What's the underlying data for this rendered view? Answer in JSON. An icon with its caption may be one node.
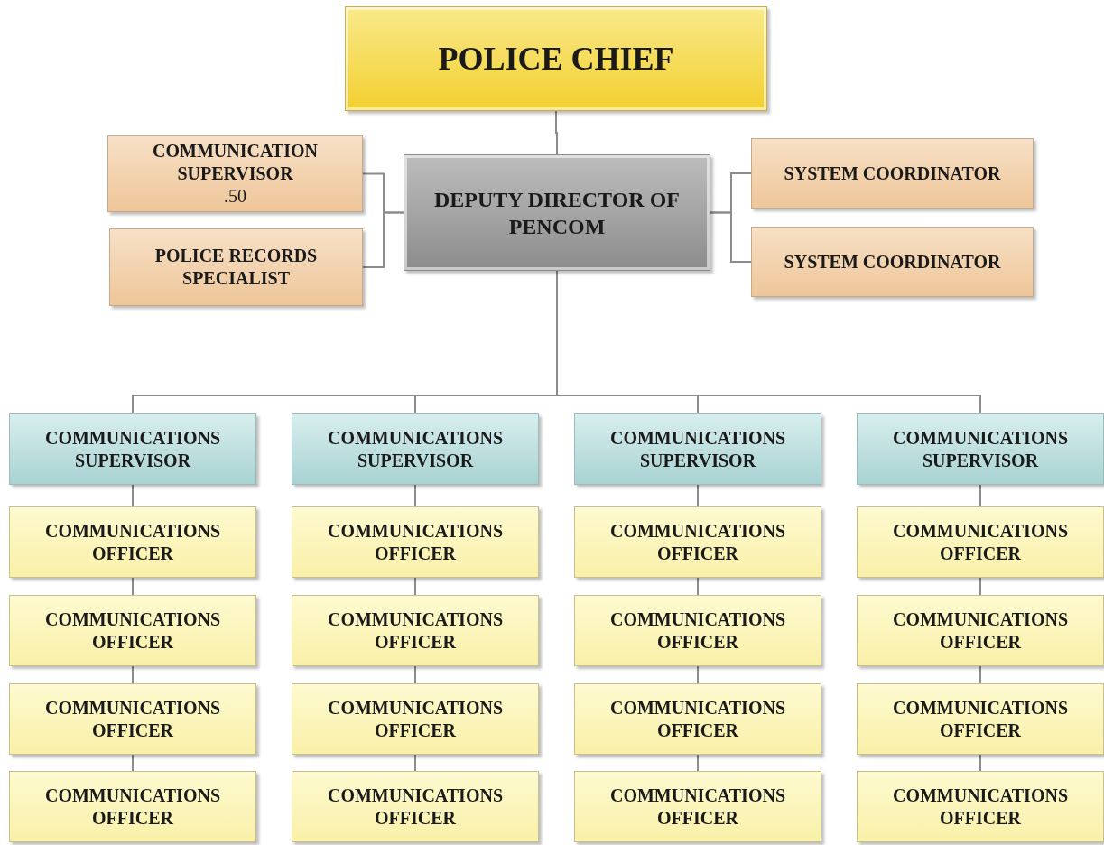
{
  "diagram": {
    "nodes": [
      {
        "text": [
          "POLICE CHIEF"
        ]
      },
      {
        "text": [
          "COMMUNICATION SUPERVISOR",
          ".50"
        ]
      },
      {
        "text": [
          "POLICE RECORDS SPECIALIST"
        ]
      },
      {
        "text": [
          "DEPUTY DIRECTOR OF PENCOM"
        ]
      },
      {
        "text": [
          "SYSTEM COORDINATOR"
        ]
      },
      {
        "text": [
          "SYSTEM COORDINATOR"
        ]
      },
      {
        "text": [
          "COMMUNICATIONS SUPERVISOR"
        ]
      },
      {
        "text": [
          "COMMUNICATIONS SUPERVISOR"
        ]
      },
      {
        "text": [
          "COMMUNICATIONS SUPERVISOR"
        ]
      },
      {
        "text": [
          "COMMUNICATIONS SUPERVISOR"
        ]
      },
      {
        "text": [
          "COMMUNICATIONS OFFICER"
        ]
      },
      {
        "text": [
          "COMMUNICATIONS OFFICER"
        ]
      },
      {
        "text": [
          "COMMUNICATIONS OFFICER"
        ]
      },
      {
        "text": [
          "COMMUNICATIONS OFFICER"
        ]
      },
      {
        "text": [
          "COMMUNICATIONS OFFICER"
        ]
      },
      {
        "text": [
          "COMMUNICATIONS OFFICER"
        ]
      },
      {
        "text": [
          "COMMUNICATIONS OFFICER"
        ]
      },
      {
        "text": [
          "COMMUNICATIONS OFFICER"
        ]
      },
      {
        "text": [
          "COMMUNICATIONS OFFICER"
        ]
      },
      {
        "text": [
          "COMMUNICATIONS OFFICER"
        ]
      },
      {
        "text": [
          "COMMUNICATIONS OFFICER"
        ]
      },
      {
        "text": [
          "COMMUNICATIONS OFFICER"
        ]
      },
      {
        "text": [
          "COMMUNICATIONS OFFICER"
        ]
      },
      {
        "text": [
          "COMMUNICATIONS OFFICER"
        ]
      },
      {
        "text": [
          "COMMUNICATIONS OFFICER"
        ]
      },
      {
        "text": [
          "COMMUNICATIONS OFFICER"
        ]
      }
    ],
    "edges": [
      {
        "from": 0,
        "to": 3,
        "arrow": "none"
      },
      {
        "from": 3,
        "to": 1,
        "arrow": "none"
      },
      {
        "from": 3,
        "to": 2,
        "arrow": "none"
      },
      {
        "from": 3,
        "to": 4,
        "arrow": "none"
      },
      {
        "from": 3,
        "to": 5,
        "arrow": "none"
      },
      {
        "from": 3,
        "to": 6,
        "arrow": "none"
      },
      {
        "from": 3,
        "to": 7,
        "arrow": "none"
      },
      {
        "from": 3,
        "to": 8,
        "arrow": "none"
      },
      {
        "from": 3,
        "to": 9,
        "arrow": "none"
      },
      {
        "from": 6,
        "to": 10,
        "arrow": "none"
      },
      {
        "from": 7,
        "to": 11,
        "arrow": "none"
      },
      {
        "from": 8,
        "to": 12,
        "arrow": "none"
      },
      {
        "from": 9,
        "to": 13,
        "arrow": "none"
      },
      {
        "from": 10,
        "to": 14,
        "arrow": "none"
      },
      {
        "from": 11,
        "to": 15,
        "arrow": "none"
      },
      {
        "from": 12,
        "to": 16,
        "arrow": "none"
      },
      {
        "from": 13,
        "to": 17,
        "arrow": "none"
      },
      {
        "from": 14,
        "to": 18,
        "arrow": "none"
      },
      {
        "from": 15,
        "to": 19,
        "arrow": "none"
      },
      {
        "from": 16,
        "to": 20,
        "arrow": "none"
      },
      {
        "from": 17,
        "to": 21,
        "arrow": "none"
      },
      {
        "from": 18,
        "to": 22,
        "arrow": "none"
      },
      {
        "from": 19,
        "to": 23,
        "arrow": "none"
      },
      {
        "from": 20,
        "to": 24,
        "arrow": "none"
      },
      {
        "from": 21,
        "to": 25,
        "arrow": "none"
      }
    ]
  }
}
